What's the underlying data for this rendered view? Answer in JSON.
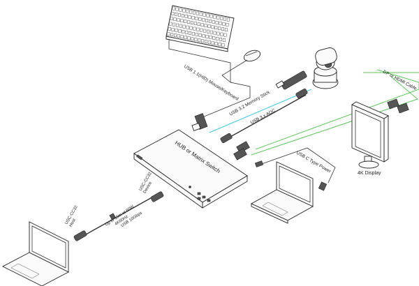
{
  "labels": {
    "hub": "HUB or Matrix Switch",
    "usb_hid": "USB 1.1(HID) Mouse/Keyboard",
    "memory_stick": "USB 3.2 Memory Stick",
    "aoc": "USB 3.x AOC",
    "dp_hdmi": "DP or HDMI Cable",
    "display": "4K Display",
    "usbc_power": "USB C Type Power",
    "host": "USC-CC32\nHost",
    "device": "USC-CC32\nDevice",
    "cable_spec": "Up to 15m at 60W\n4K60Hz\nUSB 10Gbps"
  },
  "colors": {
    "line": "#333333",
    "aoc_cable": "#3cc8e6",
    "video_cable": "#5cc85a"
  }
}
